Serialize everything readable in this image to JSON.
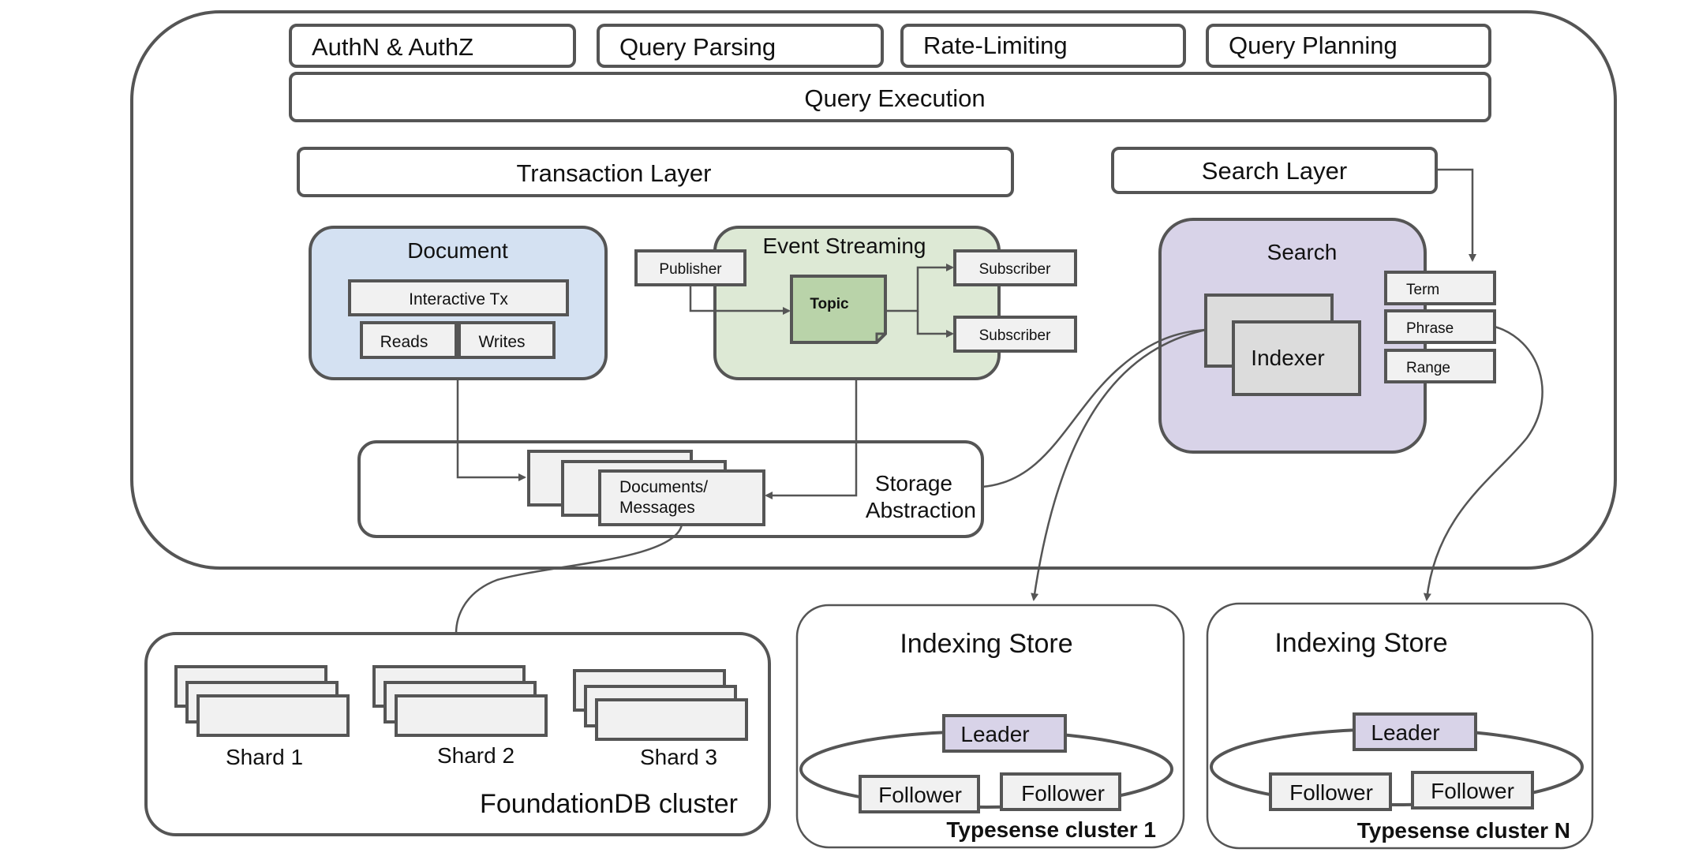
{
  "colors": {
    "document": "#d4e1f2",
    "event_streaming": "#dde9d5",
    "topic": "#b9d3a9",
    "search": "#d8d3e8",
    "leader": "#d8d3e8",
    "shard": "#f1f1f1",
    "stroke": "#555555"
  },
  "top_row": {
    "authn": "AuthN & AuthZ",
    "parsing": "Query Parsing",
    "rate_limiting": "Rate-Limiting",
    "planning": "Query Planning"
  },
  "query_execution": "Query Execution",
  "transaction_layer": "Transaction Layer",
  "search_layer": "Search Layer",
  "document": {
    "title": "Document",
    "interactive_tx": "Interactive Tx",
    "reads": "Reads",
    "writes": "Writes"
  },
  "event_streaming": {
    "title": "Event Streaming",
    "publisher": "Publisher",
    "topic": "Topic",
    "subscriber_1": "Subscriber",
    "subscriber_2": "Subscriber"
  },
  "search": {
    "title": "Search",
    "indexer": "Indexer",
    "term": "Term",
    "phrase": "Phrase",
    "range": "Range"
  },
  "storage": {
    "documents_line1": "Documents/",
    "documents_line2": "Messages",
    "label_line1": "Storage",
    "label_line2": "Abstraction"
  },
  "foundationdb": {
    "shard_1": "Shard 1",
    "shard_2": "Shard 2",
    "shard_3": "Shard 3",
    "title": "FoundationDB cluster"
  },
  "typesense_1": {
    "title": "Indexing Store",
    "leader": "Leader",
    "follower_1": "Follower",
    "follower_2": "Follower",
    "cluster": "Typesense cluster 1"
  },
  "typesense_n": {
    "title": "Indexing Store",
    "leader": "Leader",
    "follower_1": "Follower",
    "follower_2": "Follower",
    "cluster": "Typesense cluster N"
  }
}
